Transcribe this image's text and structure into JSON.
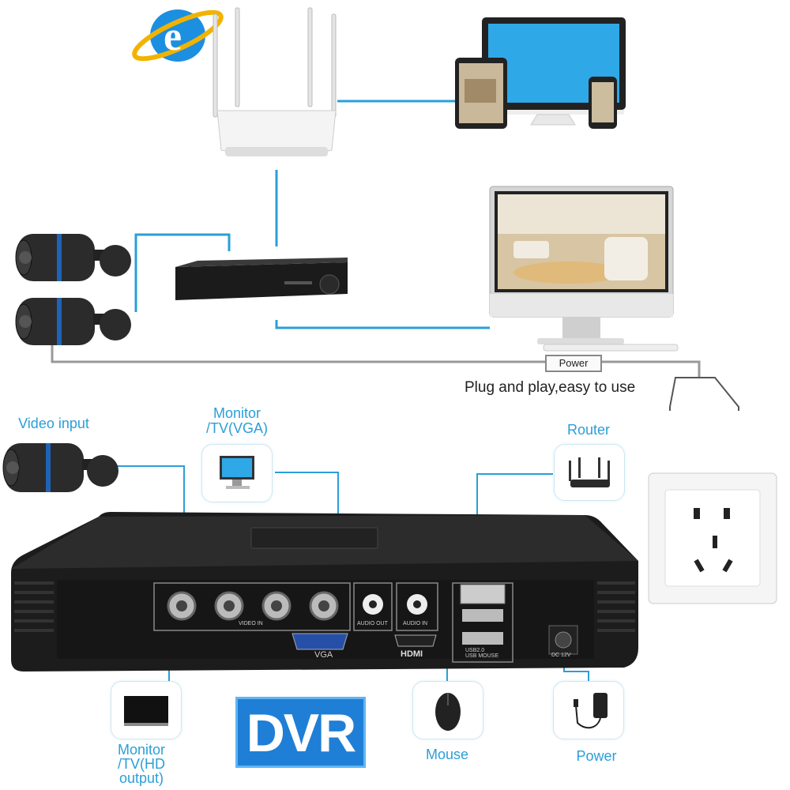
{
  "top_diagram": {
    "power_label": "Power",
    "caption": "Plug and play,easy to use"
  },
  "callouts": {
    "video_input": "Video input",
    "monitor_vga": [
      "Monitor",
      "/TV(VGA)"
    ],
    "router": "Router",
    "monitor_hd": [
      "Monitor",
      "/TV(HD",
      "output)"
    ],
    "mouse": "Mouse",
    "power": "Power"
  },
  "dvr_panel": {
    "video_in": "VIDEO IN",
    "audio_out": "AUDIO OUT",
    "audio_in": "AUDIO IN",
    "vga": "VGA",
    "hdmi": "HDMI",
    "usb": [
      "USB2.0",
      "USB MOUSE"
    ],
    "dc": "DC 12V"
  },
  "badge": "DVR",
  "colors": {
    "accent": "#2a9fd8",
    "badge": "#1f7fd6",
    "device": "#1a1a1a"
  },
  "icons": [
    "ie-browser-icon",
    "router-icon",
    "laptop-icon",
    "tablet-icon",
    "phone-icon",
    "camera-icon",
    "dvr-icon",
    "monitor-icon",
    "plug-icon",
    "wall-socket-icon",
    "mouse-icon",
    "power-adapter-icon"
  ]
}
